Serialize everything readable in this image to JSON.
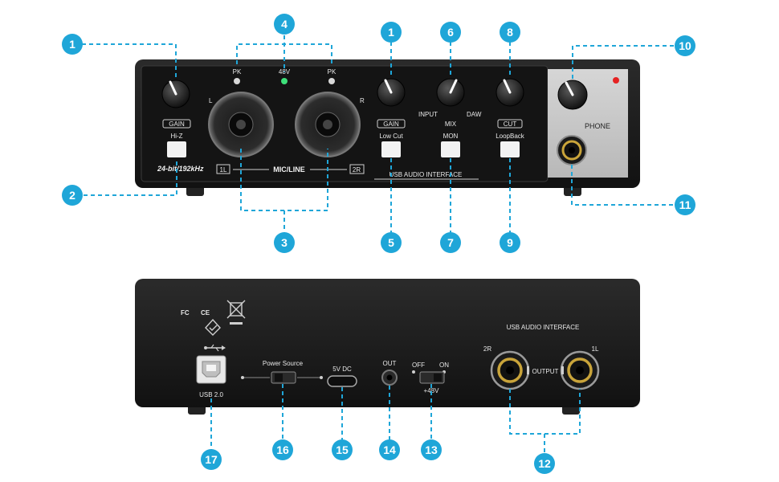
{
  "colors": {
    "accent": "#1fa6d8",
    "chassis": "#1a1a1a",
    "panel_gray": "#c9c9c9",
    "led_green": "#3ee07a",
    "led_red": "#e52222",
    "jack_gold": "#c9a43a"
  },
  "front": {
    "pk_left": "PK",
    "led_48v": "48V",
    "pk_right": "PK",
    "gain_left": "GAIN",
    "hiz_label": "Hi-Z",
    "channel_l": "L",
    "channel_r": "R",
    "badge_1l": "1L",
    "badge_2r": "2R",
    "mic_line": "MIC/LINE",
    "spec": "24-bit/192kHz",
    "gain_right": "GAIN",
    "lowcut_label": "Low Cut",
    "mix_label": "MIX",
    "mix_input": "INPUT",
    "mix_daw": "DAW",
    "mon_label": "MON",
    "cut_label": "CUT",
    "loopback_label": "LoopBack",
    "usb_interface": "USB AUDIO INTERFACE",
    "phone_label": "PHONE"
  },
  "rear": {
    "cert_fc": "FC",
    "cert_ce": "CE",
    "usb_interface": "USB AUDIO INTERFACE",
    "usb_port_label": "USB 2.0",
    "power_source": "Power Source",
    "dc_label": "5V DC",
    "out_label": "OUT",
    "phantom_off": "OFF",
    "phantom_on": "ON",
    "phantom_label": "+48V",
    "jack_2r": "2R",
    "jack_1l": "1L",
    "output_label": "OUTPUT"
  },
  "callouts": [
    "1",
    "1",
    "2",
    "3",
    "4",
    "5",
    "6",
    "7",
    "8",
    "9",
    "10",
    "11",
    "12",
    "13",
    "14",
    "15",
    "16",
    "17"
  ]
}
